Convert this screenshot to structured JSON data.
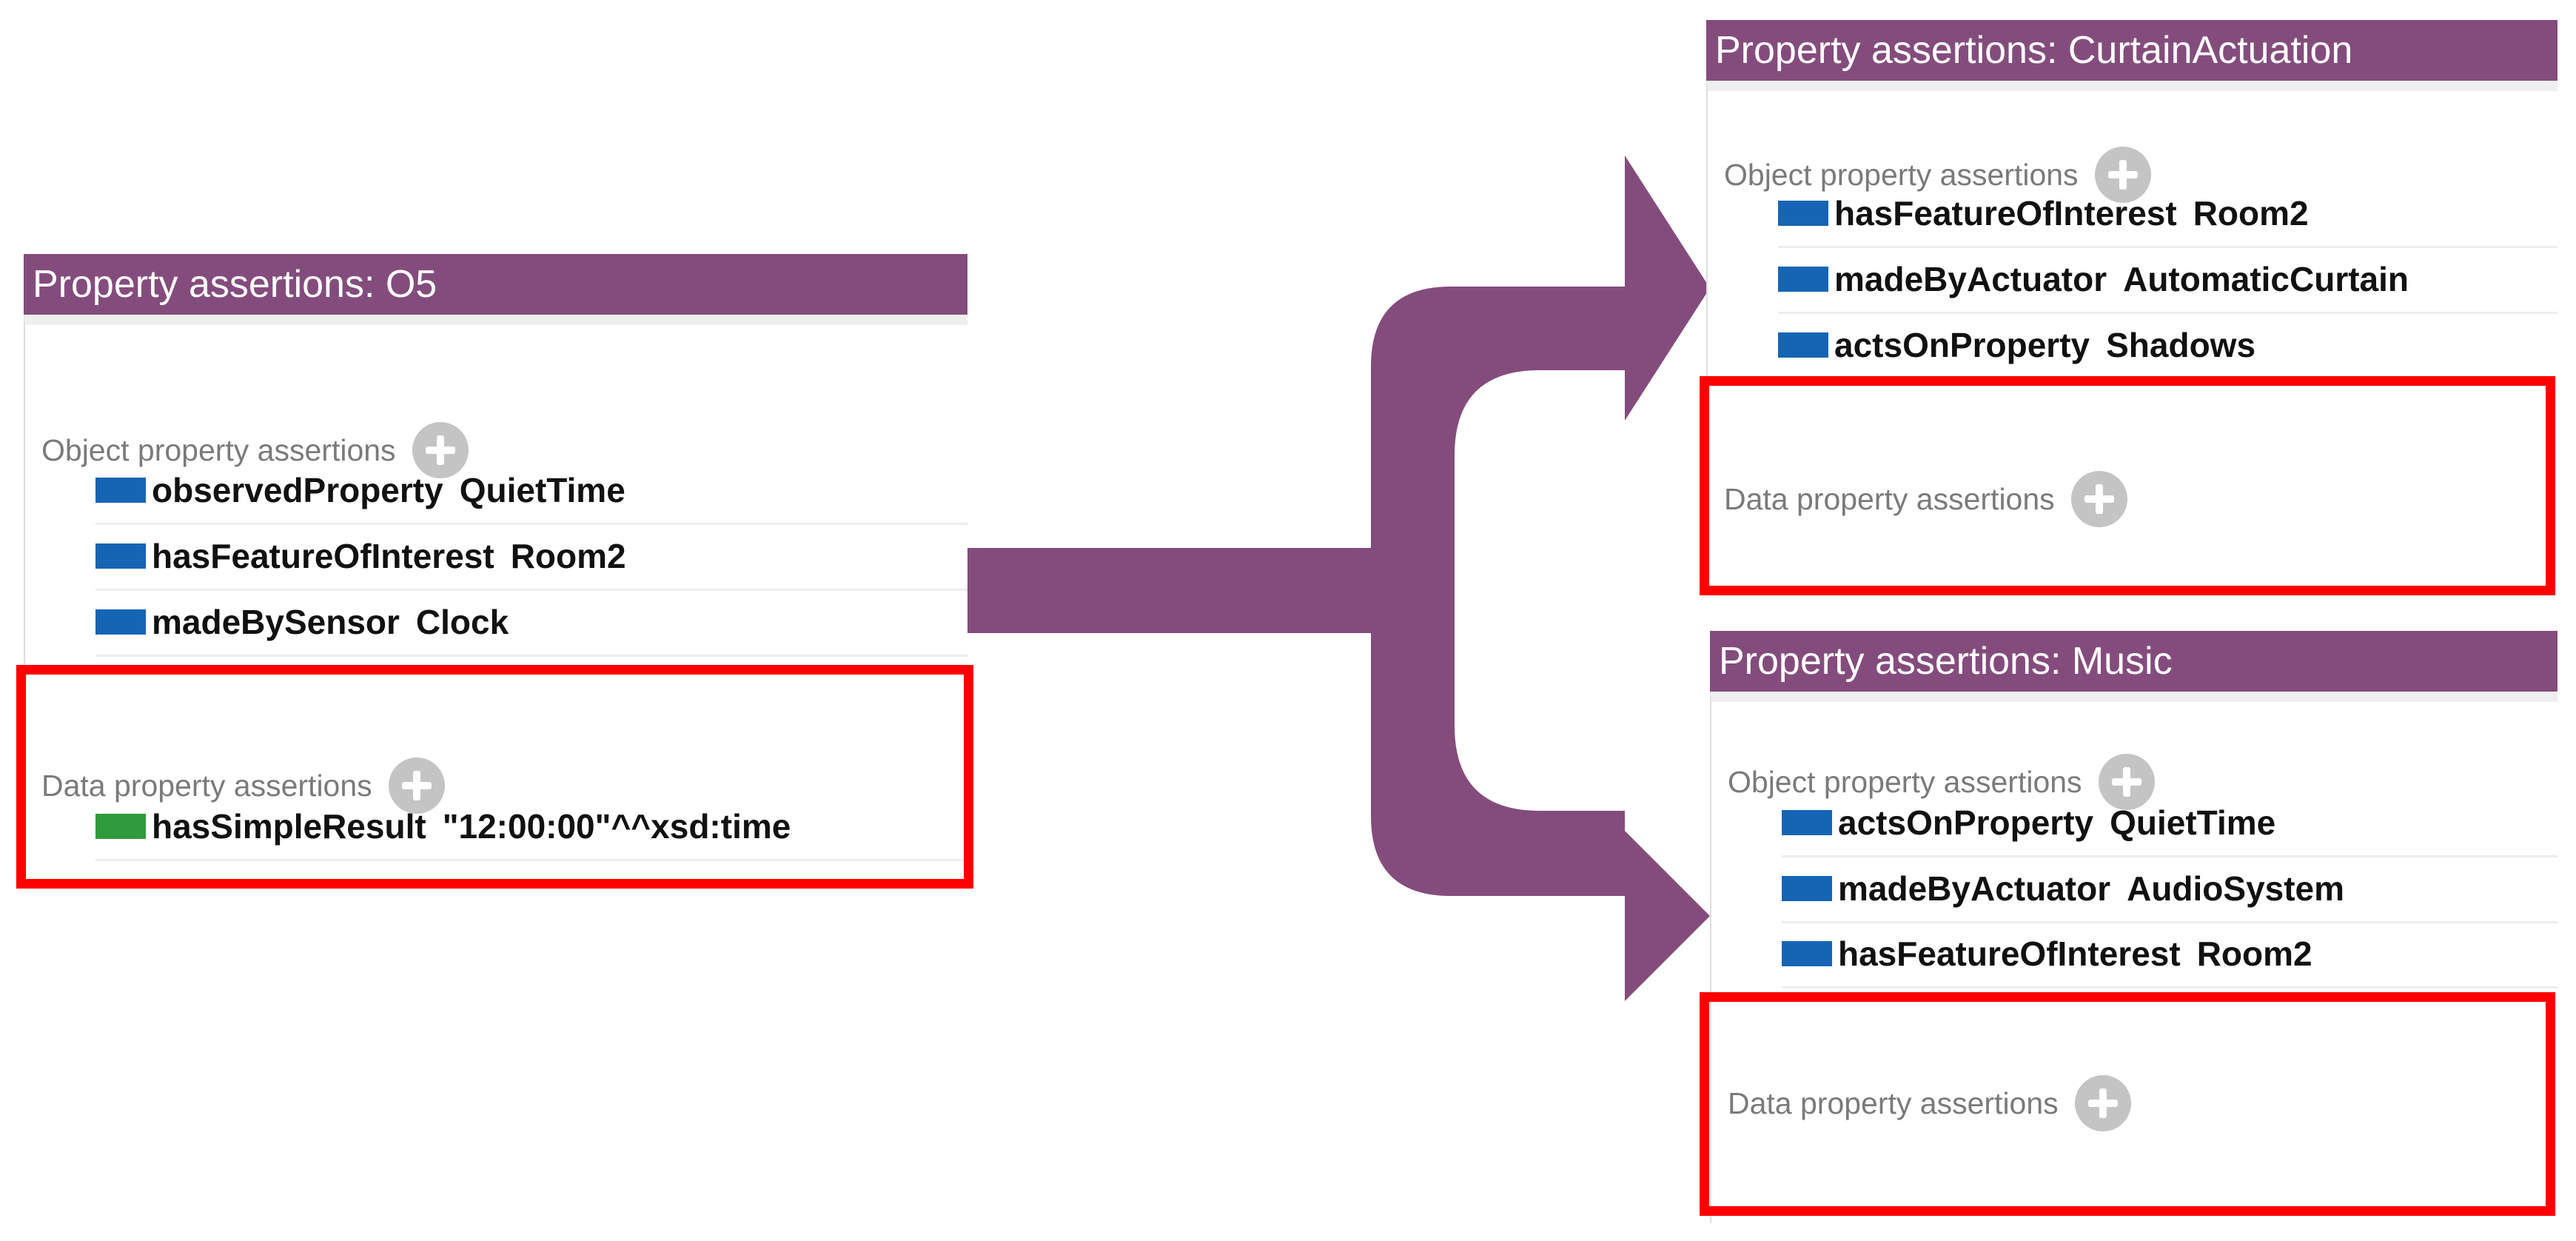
{
  "colors": {
    "header_purple": "#844c7d",
    "arrow_purple": "#844c7d",
    "object_property_icon": "#1565b4",
    "data_property_icon": "#2f9a3b",
    "highlight_red": "#ff0000",
    "add_button_gray": "#c4c4c4"
  },
  "left_panel": {
    "title": "Property assertions: O5",
    "object_section_label": "Object property assertions",
    "add_icon": "plus-circle-icon",
    "object_rows": [
      {
        "property": "observedProperty",
        "value": "QuietTime"
      },
      {
        "property": "hasFeatureOfInterest",
        "value": "Room2"
      },
      {
        "property": "madeBySensor",
        "value": "Clock"
      }
    ],
    "data_section_label": "Data property assertions",
    "data_rows": [
      {
        "property": "hasSimpleResult",
        "value": "\"12:00:00\"^^xsd:time"
      }
    ]
  },
  "top_right_panel": {
    "title": "Property assertions: CurtainActuation",
    "object_section_label": "Object property assertions",
    "object_rows": [
      {
        "property": "hasFeatureOfInterest",
        "value": "Room2"
      },
      {
        "property": "madeByActuator",
        "value": "AutomaticCurtain"
      },
      {
        "property": "actsOnProperty",
        "value": "Shadows"
      }
    ],
    "data_section_label": "Data property assertions"
  },
  "bottom_right_panel": {
    "title": "Property assertions: Music",
    "object_section_label": "Object property assertions",
    "object_rows": [
      {
        "property": "actsOnProperty",
        "value": "QuietTime"
      },
      {
        "property": "madeByActuator",
        "value": "AudioSystem"
      },
      {
        "property": "hasFeatureOfInterest",
        "value": "Room2"
      }
    ],
    "data_section_label": "Data property assertions"
  }
}
